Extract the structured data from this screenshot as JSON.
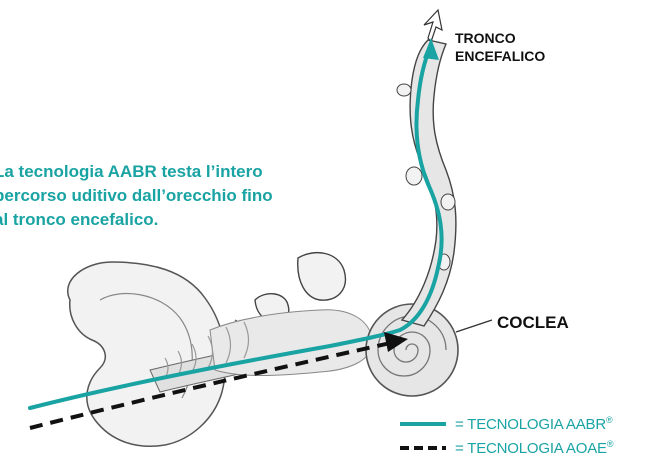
{
  "caption_lines": [
    "La tecnologia AABR testa l’intero",
    "percorso uditivo dall’orecchio fino",
    "al tronco encefalico."
  ],
  "labels": {
    "tronco_line1": "TRONCO",
    "tronco_line2": "ENCEFALICO",
    "coclea": "COCLEA"
  },
  "legend": {
    "aabr": "= TECNOLOGIA AABR",
    "aoae": "= TECNOLOGIA AOAE",
    "reg": "®"
  },
  "colors": {
    "accent": "#1aa3a3",
    "anatomy_fill": "#e6e6e6",
    "outline": "#333333"
  }
}
